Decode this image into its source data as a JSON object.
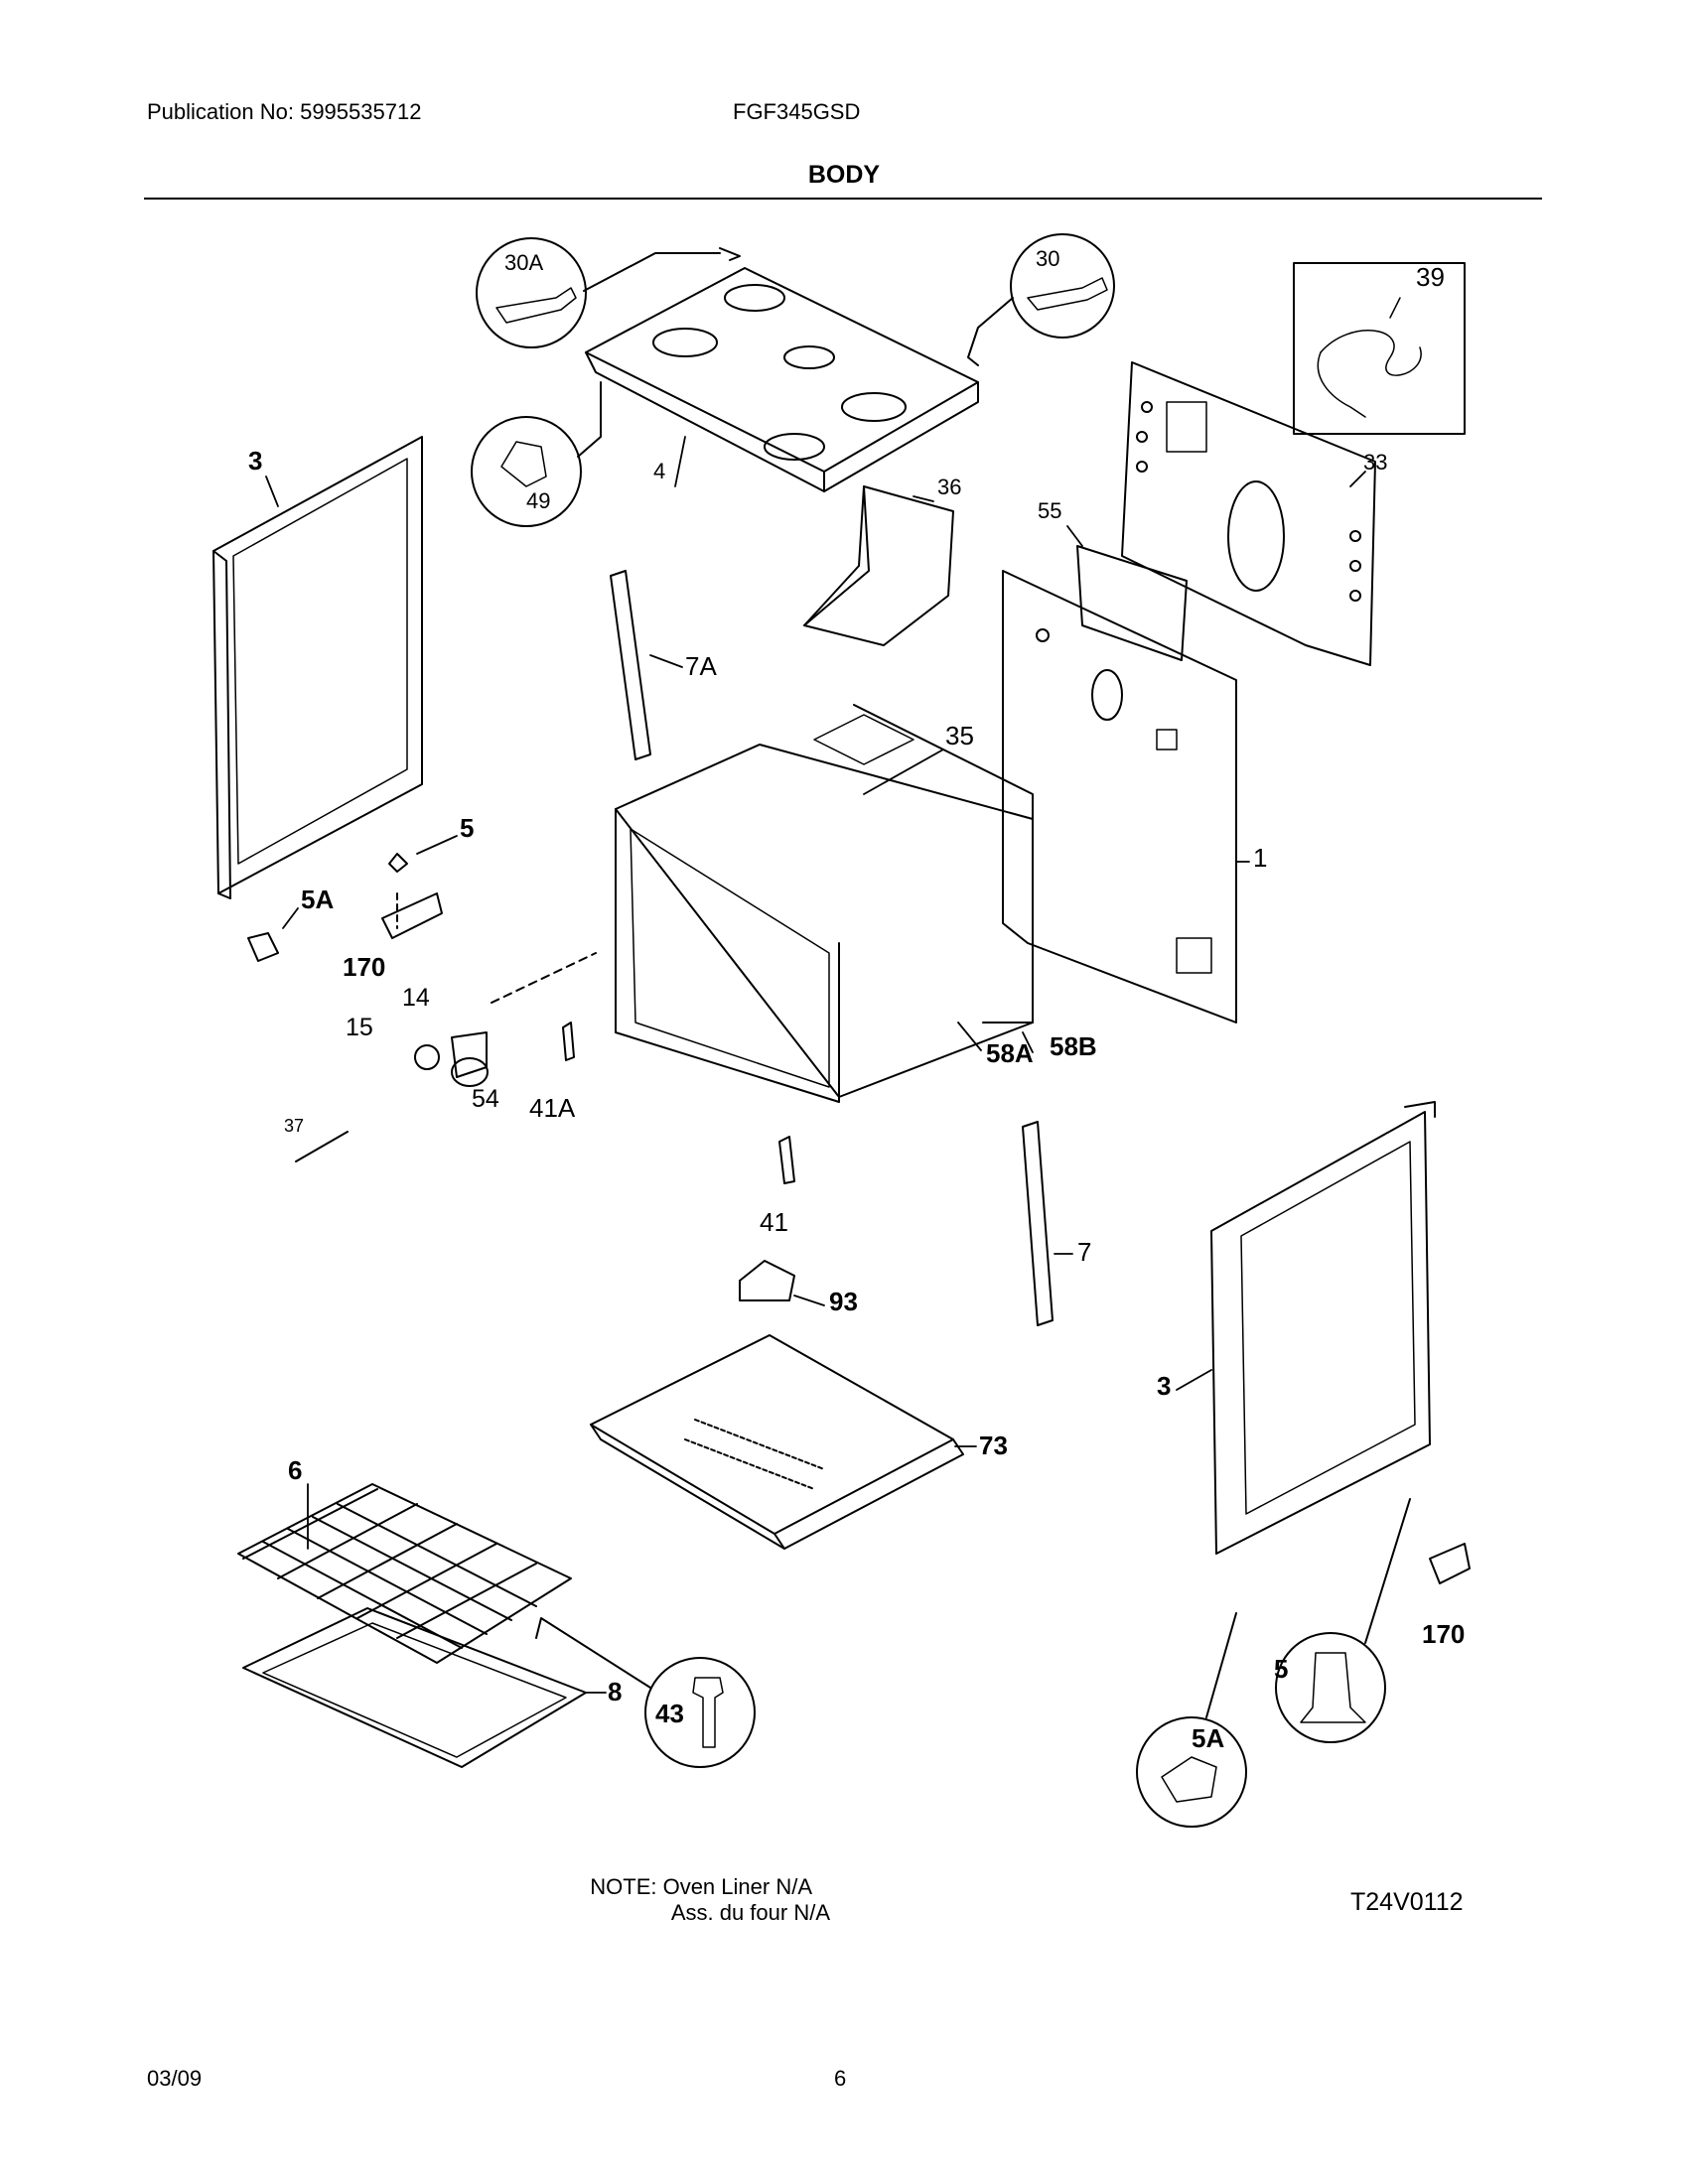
{
  "header": {
    "publication": "Publication No: 5995535712",
    "model": "FGF345GSD",
    "section_title": "BODY"
  },
  "callouts": {
    "c30A": "30A",
    "c30": "30",
    "c39": "39",
    "c3_left": "3",
    "c4": "4",
    "c49": "49",
    "c33": "33",
    "c36": "36",
    "c55": "55",
    "c7A": "7A",
    "c35": "35",
    "c1": "1",
    "c5_left": "5",
    "c5A_left": "5A",
    "c170_left": "170",
    "c14": "14",
    "c15": "15",
    "c54": "54",
    "c41A": "41A",
    "c58A": "58A",
    "c58B": "58B",
    "c37": "37",
    "c41": "41",
    "c7": "7",
    "c93": "93",
    "c3_right": "3",
    "c73": "73",
    "c6": "6",
    "c8": "8",
    "c43": "43",
    "c170_right": "170",
    "c5_right": "5",
    "c5A_right": "5A"
  },
  "footer": {
    "note_line1": "NOTE: Oven Liner N/A",
    "note_line2": "Ass. du four N/A",
    "diagram_code": "T24V0112",
    "date": "03/09",
    "page_number": "6"
  }
}
